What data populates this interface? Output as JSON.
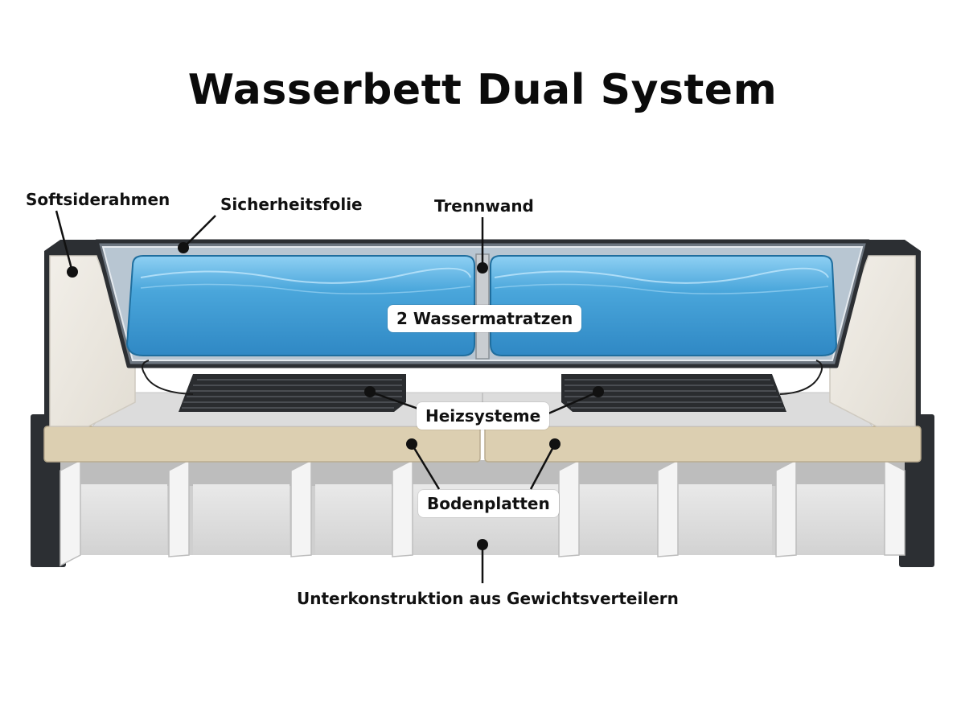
{
  "title": "Wasserbett Dual System",
  "labels": {
    "softside_frame": "Softsiderahmen",
    "safety_foil": "Sicherheitsfolie",
    "divider": "Trennwand",
    "water_mattresses": "2 Wassermatratzen",
    "heating_systems": "Heizsysteme",
    "floor_panels": "Bodenplatten",
    "substructure": "Unterkonstruktion aus Gewichtsverteilern"
  },
  "colors": {
    "water": "#4aa6db",
    "frame_dark": "#2c2f33",
    "foam": "#ece8e0",
    "floor_panel": "#dccfb1",
    "heater": "#2a2c2f",
    "board": "#d9d9d9"
  }
}
